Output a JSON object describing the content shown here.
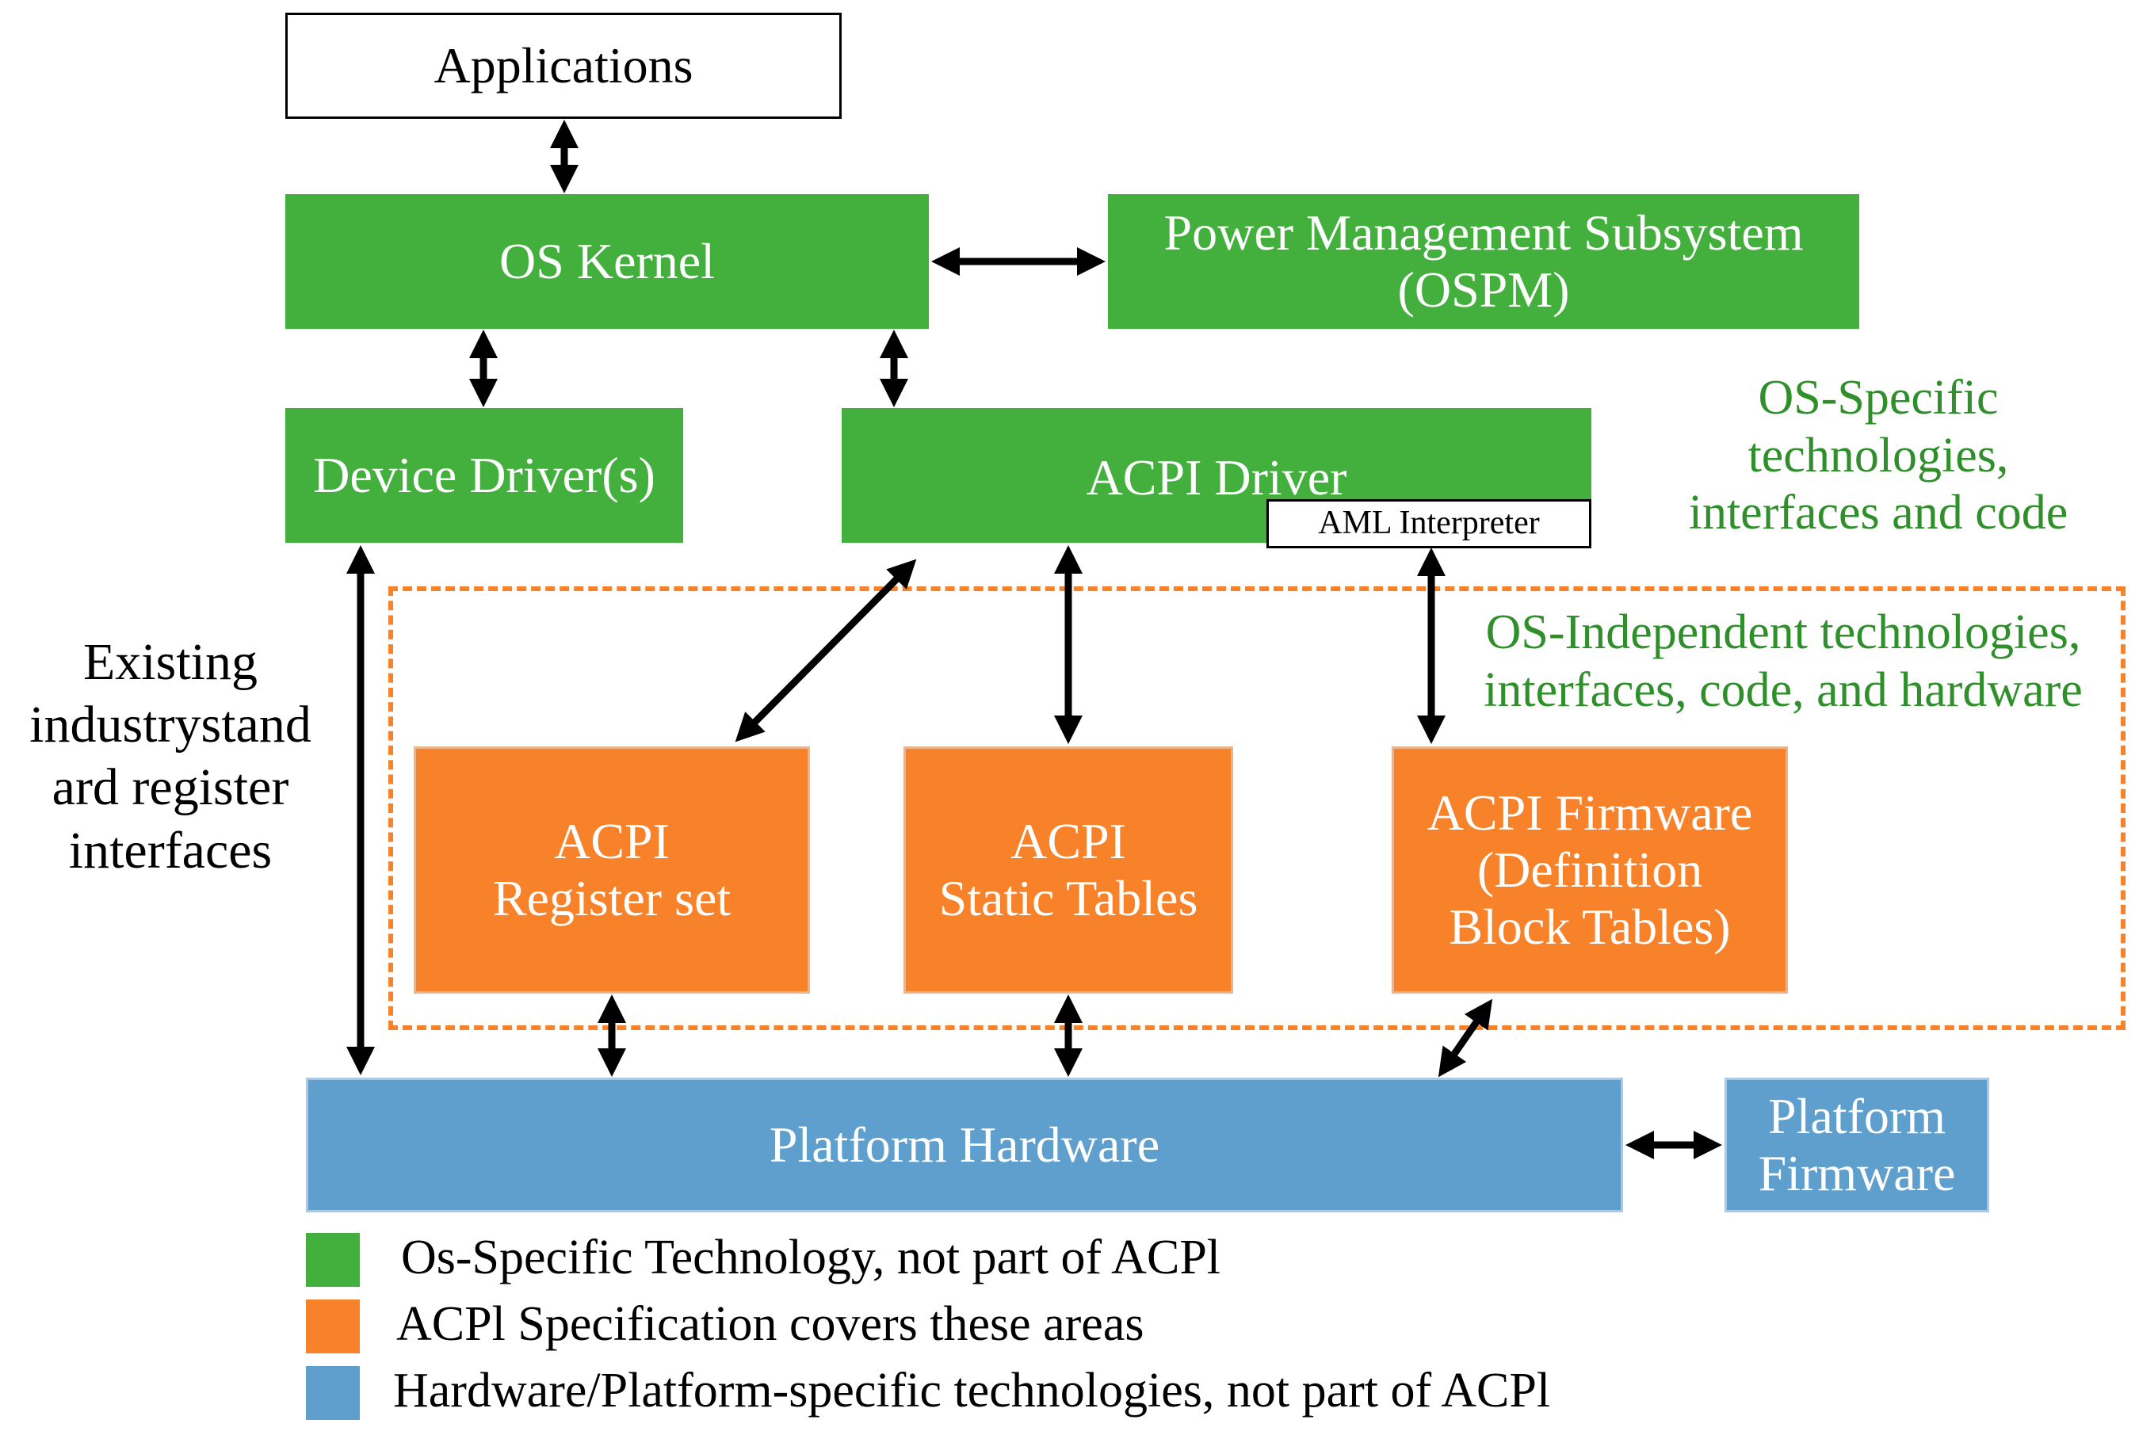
{
  "boxes": {
    "applications": "Applications",
    "os_kernel": "OS Kernel",
    "ospm_line1": "Power Management Subsystem",
    "ospm_line2": "(OSPM)",
    "device_drivers": "Device Driver(s)",
    "acpi_driver": "ACPI Driver",
    "aml_interpreter": "AML Interpreter",
    "acpi_register_line1": "ACPI",
    "acpi_register_line2": "Register set",
    "acpi_static_line1": "ACPI",
    "acpi_static_line2": "Static Tables",
    "acpi_firmware_line1": "ACPI Firmware",
    "acpi_firmware_line2": "(Definition",
    "acpi_firmware_line3": "Block Tables)",
    "platform_hardware": "Platform Hardware",
    "platform_firmware_line1": "Platform",
    "platform_firmware_line2": "Firmware"
  },
  "annotations": {
    "os_specific": [
      "OS-Specific",
      "technologies,",
      "interfaces and code"
    ],
    "os_independent": [
      "OS-Independent technologies,",
      "interfaces, code, and hardware"
    ],
    "existing": [
      "Existing",
      "industrystand",
      "ard register",
      "interfaces"
    ]
  },
  "legend": [
    {
      "color": "#43b03e",
      "label": "Os-Specific Technology, not part of ACPl"
    },
    {
      "color": "#f8822a",
      "label": "ACPl Specification covers these areas"
    },
    {
      "color": "#5e9fce",
      "label": "Hardware/Platform-specific technologies, not part of ACPl"
    }
  ],
  "colors": {
    "os_specific_green": "#43b03e",
    "acpi_orange": "#f8822a",
    "hardware_blue": "#5e9fce",
    "annotation_green": "#2f8f2a"
  }
}
